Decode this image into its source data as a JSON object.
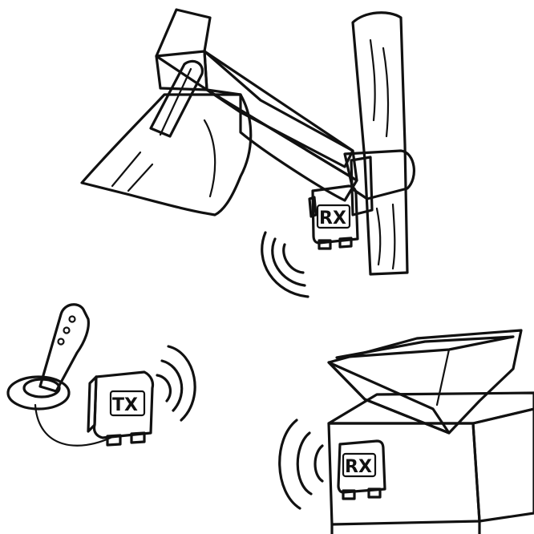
{
  "colors": {
    "machine_grey": "#dcdcdc",
    "machine_shadow": "#c8c8c8",
    "device_teal": "#1aa6a0",
    "ink": "#111111",
    "background": "#ffffff"
  },
  "devices": {
    "receiver_crane": {
      "label": "RX",
      "icon": "radio-receiver-icon"
    },
    "transmitter": {
      "label": "TX",
      "icon": "radio-transmitter-icon"
    },
    "receiver_hopper": {
      "label": "RX",
      "icon": "radio-receiver-icon"
    }
  },
  "equipment": {
    "crane_arm": {
      "icon": "crane-arm-icon"
    },
    "joystick": {
      "icon": "joystick-icon"
    },
    "hopper_machine": {
      "icon": "hopper-machine-icon"
    }
  }
}
